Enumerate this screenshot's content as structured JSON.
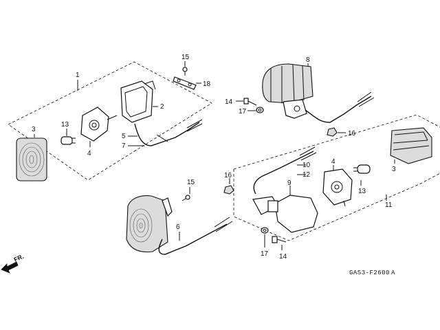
{
  "diagram": {
    "drawing_code": "GAS3-F2600",
    "drawing_revision": "A",
    "direction_label": "FR."
  },
  "callouts": {
    "upper_left": {
      "c1": "1",
      "c2": "2",
      "c3": "3",
      "c4": "4",
      "c5": "5",
      "c7": "7",
      "c13": "13"
    },
    "upper_screws": {
      "c15": "15",
      "c18": "18"
    },
    "upper_right_signal": {
      "c8": "8",
      "c14": "14",
      "c16": "16",
      "c17": "17"
    },
    "lower_left_signal": {
      "c6": "6",
      "c15": "15"
    },
    "lower_right": {
      "c3": "3",
      "c4": "4",
      "c9": "9",
      "c10": "10",
      "c11": "11",
      "c12": "12",
      "c13": "13",
      "c14": "14",
      "c16": "16",
      "c17": "17"
    }
  }
}
